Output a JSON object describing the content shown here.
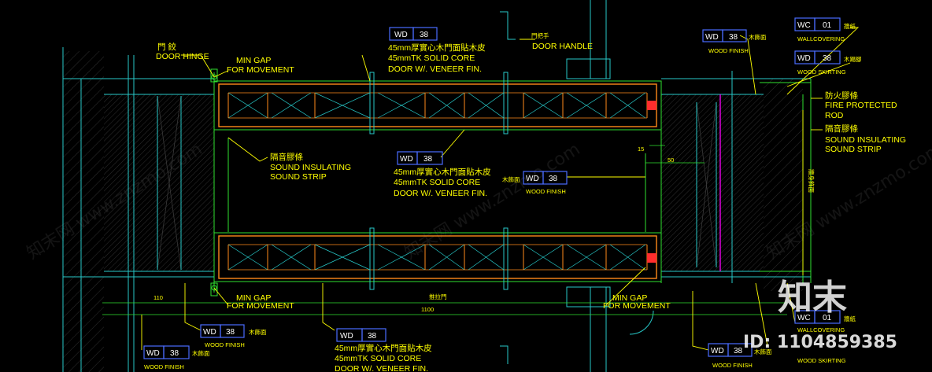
{
  "labels": {
    "door_hinge_cn": "門 鉸",
    "door_hinge_en": "DOOR HINGE",
    "min_gap_1": "MIN GAP",
    "for_movement_1": "FOR MOVEMENT",
    "door_top_cn": "45mm厚實心木門面貼木皮",
    "door_top_en1": "45mmTK SOLID CORE",
    "door_top_en2": "DOOR W/. VENEER FIN.",
    "door_handle_cn": "門把手",
    "door_handle_en": "DOOR HANDLE",
    "wood_finish_cn": "木飾面",
    "wood_finish_en": "WOOD FINISH",
    "wallcovering_cn": "牆紙",
    "wallcovering_en": "WALLCOVERING",
    "wood_skirting_cn": "木踢腳",
    "wood_skirting_en": "WOOD SKIRTING",
    "fire_rod_cn": "防火膠條",
    "fire_rod_en1": "FIRE PROTECTED",
    "fire_rod_en2": "ROD",
    "sound_right_cn": "隔音膠條",
    "sound_right_en1": "SOUND INSULATING",
    "sound_right_en2": "SOUND STRIP",
    "sound_left_cn": "隔音膠條",
    "sound_left_en1": "SOUND INSULATING",
    "sound_left_en2": "SOUND STRIP",
    "door_mid_cn": "45mm厚實心木門面貼木皮",
    "door_mid_en1": "45mmTK SOLID CORE",
    "door_mid_en2": "DOOR W/. VENEER FIN.",
    "vertical_cn": "牆身飾面",
    "min_gap_2": "MIN GAP",
    "for_movement_2": "FOR MOVEMENT",
    "min_gap_3": "MIN GAP",
    "for_movement_3": "FOR MOVEMENT",
    "door_bot_cn": "45mm厚實心木門面貼木皮",
    "door_bot_en1": "45mmTK SOLID CORE",
    "door_bot_en2": "DOOR W/. VENEER FIN.",
    "center_cn": "推拉門"
  },
  "dimensions": {
    "d15": "15",
    "d50": "50",
    "d110": "110",
    "d1100": "1100"
  },
  "tags": {
    "wd_top": {
      "code": "WD",
      "num": "38"
    },
    "wd_rt1": {
      "code": "WD",
      "num": "38"
    },
    "wc_rt": {
      "code": "WC",
      "num": "01"
    },
    "wd_rt2": {
      "code": "WD",
      "num": "38"
    },
    "wd_mid": {
      "code": "WD",
      "num": "38"
    },
    "wd_mid2": {
      "code": "WD",
      "num": "38"
    },
    "wd_bl1": {
      "code": "WD",
      "num": "38"
    },
    "wd_bl2": {
      "code": "WD",
      "num": "38"
    },
    "wd_bot": {
      "code": "WD",
      "num": "38"
    },
    "wd_br": {
      "code": "WD",
      "num": "38"
    },
    "wc_br": {
      "code": "WC",
      "num": "01"
    }
  },
  "watermark": {
    "logo": "知末",
    "id": "ID: 1104859385",
    "faint": "知末网 www.znzmo.com"
  },
  "colors": {
    "background": "#000000",
    "annotation": "#ffff00",
    "tag_border": "#4a6cff",
    "outline": "#2fe02f",
    "door_frame": "#ff8a1a",
    "seal": "#ff2d2d",
    "accent": "#ff00ff",
    "structure": "#27c8c8"
  }
}
